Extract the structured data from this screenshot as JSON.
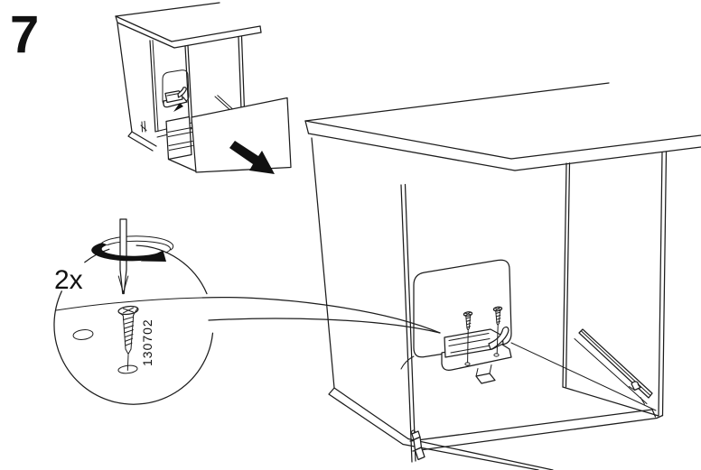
{
  "step": {
    "number": "7"
  },
  "callout": {
    "quantity_label": "2x",
    "part_number": "130702"
  },
  "colors": {
    "background": "#ffffff",
    "line": "#1d1d1d",
    "solid_fill": "#111111"
  },
  "icons": {
    "drawer_arrow": "drawer-removal-arrow",
    "rotation_arrow": "rotation-direction-arrow",
    "screwdriver": "phillips-screwdriver",
    "detail_screw": "countersunk-screw",
    "pilot_hole": "pilot-hole",
    "oval_slot": "oval-slot",
    "bracket": "drawer-front-bracket",
    "rail": "drawer-rail"
  }
}
